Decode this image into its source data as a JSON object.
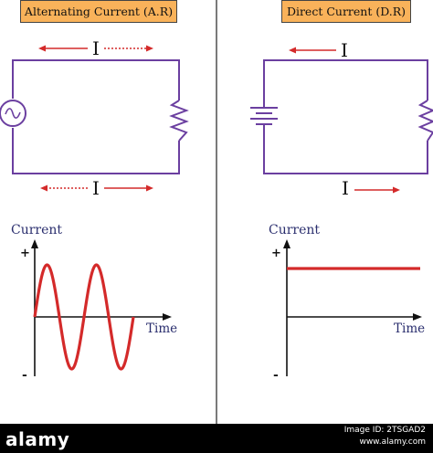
{
  "ac": {
    "title": "Alternating Current (A.R)",
    "current_label_top": "I",
    "current_label_bottom": "I",
    "graph_ylabel": "Current",
    "graph_xlabel": "Time",
    "plus": "+",
    "minus": "-"
  },
  "dc": {
    "title": "Direct Current (D.R)",
    "current_label_top": "I",
    "current_label_bottom": "I",
    "graph_ylabel": "Current",
    "graph_xlabel": "Time",
    "plus": "+",
    "minus": "-"
  },
  "colors": {
    "wire": "#6b3fa0",
    "arrow": "#d42a2a",
    "curve": "#d42a2a",
    "text": "#2a2e6e",
    "title_bg": "#f9b25a"
  },
  "footer": {
    "watermark": "alamy",
    "image_id": "Image ID: 2TSGAD2",
    "site": "www.alamy.com"
  }
}
